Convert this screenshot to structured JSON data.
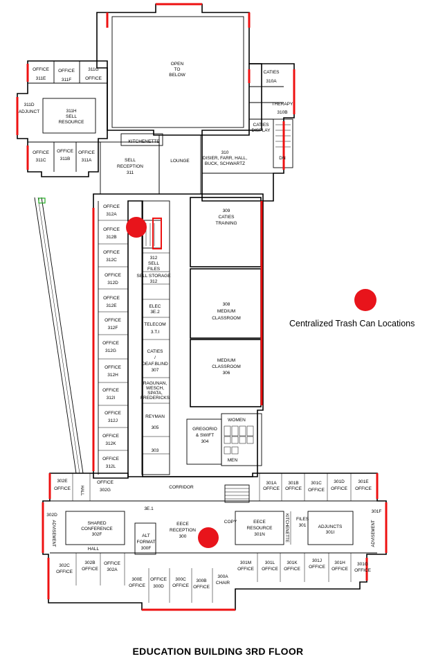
{
  "title": "EDUCATION BUILDING 3RD FLOOR",
  "legend": {
    "label": "Centralized Trash Can Locations",
    "color": "#e8141b"
  },
  "colors": {
    "wall": "#000000",
    "window": "#e11111",
    "marker": "#e8141b"
  },
  "rooms": {
    "open_below": [
      "OPEN",
      "TO",
      "BELOW"
    ],
    "r311e": [
      "OFFICE",
      "311E"
    ],
    "r311f": [
      "OFFICE",
      "311F"
    ],
    "r311g": [
      "311G",
      "OFFICE"
    ],
    "r311h": [
      "311H",
      "SELL",
      "RESOURCE"
    ],
    "r311d": [
      "311D",
      "ADJUNCT"
    ],
    "r311c": [
      "OFFICE",
      "311C"
    ],
    "r311b": [
      "OFFICE",
      "311B"
    ],
    "r311a": [
      "OFFICE",
      "311A"
    ],
    "kitchenette": [
      "KITCHENETTE"
    ],
    "r311": [
      "SELL",
      "RECEPTION",
      "311"
    ],
    "lounge": [
      "LOUNGE"
    ],
    "r310": [
      "310",
      "DISIER, FARR, HALL,",
      "BUCK, SCHWARTZ"
    ],
    "r310a": [
      "CATIES",
      "310A"
    ],
    "r310b": [
      "THERAPY",
      "310B"
    ],
    "caties_display": [
      "CATIES",
      "DISPLAY"
    ],
    "dn": [
      "DN"
    ],
    "r312a": [
      "OFFICE",
      "312A"
    ],
    "r312b": [
      "OFFICE",
      "312B"
    ],
    "r312c": [
      "OFFICE",
      "312C"
    ],
    "r312d": [
      "OFFICE",
      "312D"
    ],
    "r312e": [
      "OFFICE",
      "312E"
    ],
    "r312f": [
      "OFFICE",
      "312F"
    ],
    "r312g": [
      "OFFICE",
      "312G"
    ],
    "r312h": [
      "OFFICE",
      "312H"
    ],
    "r312i": [
      "OFFICE",
      "312I"
    ],
    "r312j": [
      "OFFICE",
      "312J"
    ],
    "r312k": [
      "OFFICE",
      "312K"
    ],
    "r312l": [
      "OFFICE",
      "312L"
    ],
    "r312": [
      "312",
      "SELL",
      "FILES"
    ],
    "sell_storage": [
      "SELL STORAGE",
      "312"
    ],
    "elec": [
      "ELEC",
      "3E.2"
    ],
    "telecom": [
      "TELECOM",
      "3.T.I"
    ],
    "r307": [
      "CATIES",
      "/",
      "DEAF.BLIND",
      "307"
    ],
    "r307_names": [
      "RAGUNAN,",
      "WESCH,",
      "SPATA,",
      "FREDERICKS"
    ],
    "reyman": [
      "REYMAN",
      "305"
    ],
    "r303": [
      "303"
    ],
    "r309": [
      "309",
      "CATIES",
      "TRAINING"
    ],
    "r308": [
      "308",
      "MEDIUM",
      "CLASSROOM"
    ],
    "r306": [
      "MEDIUM",
      "CLASSROOM",
      "306"
    ],
    "women": [
      "WOMEN"
    ],
    "men": [
      "MEN"
    ],
    "r304": [
      "GREGORIO",
      "& SWIFT",
      "304"
    ],
    "corridor": [
      "CORRIDOR"
    ],
    "r302e": [
      "302E",
      "OFFICE"
    ],
    "hall_v": [
      "HALL"
    ],
    "r302g": [
      "OFFICE",
      "302G"
    ],
    "r301a": [
      "301A",
      "OFFICE"
    ],
    "r301b": [
      "301B",
      "OFFICE"
    ],
    "r301c": [
      "301C",
      "OFFICE"
    ],
    "r301d": [
      "301D",
      "OFFICE"
    ],
    "r301e": [
      "301E",
      "OFFICE"
    ],
    "r302d": [
      "302D"
    ],
    "advisement_l": [
      "ADVISEMENT"
    ],
    "r302f": [
      "SHARED",
      "CONFERENCE",
      "302F"
    ],
    "r3e1": [
      "3E.1"
    ],
    "r300": [
      "EECE",
      "RECEPTION",
      "300"
    ],
    "copy": [
      "COPY"
    ],
    "r301n": [
      "EECE",
      "RESOURCE",
      "301N"
    ],
    "kitchenette2": [
      "KITCHENETTE"
    ],
    "files301": [
      "FILES",
      "301"
    ],
    "r301i": [
      "ADJUNCTS",
      "301I"
    ],
    "r301f": [
      "301F"
    ],
    "advisement_r": [
      "ADVISEMENT"
    ],
    "alt_format": [
      "ALT",
      "FORMAT",
      "300F"
    ],
    "hall_h": [
      "HALL"
    ],
    "r302c": [
      "302C",
      "OFFICE"
    ],
    "r302b": [
      "302B",
      "OFFICE"
    ],
    "r302a": [
      "OFFICE",
      "302A"
    ],
    "r300e": [
      "300E",
      "OFFICE"
    ],
    "r300d": [
      "OFFICE",
      "300D"
    ],
    "r300c": [
      "300C",
      "OFFICE"
    ],
    "r300b": [
      "300B",
      "OFFICE"
    ],
    "r300a": [
      "300A",
      "CHAIR"
    ],
    "r301m": [
      "301M",
      "OFFICE"
    ],
    "r301l": [
      "301L",
      "OFFICE"
    ],
    "r301k": [
      "301K",
      "OFFICE"
    ],
    "r301j": [
      "301J",
      "OFFICE"
    ],
    "r301h": [
      "301H",
      "OFFICE"
    ],
    "r301g": [
      "301G",
      "OFFICE"
    ]
  }
}
